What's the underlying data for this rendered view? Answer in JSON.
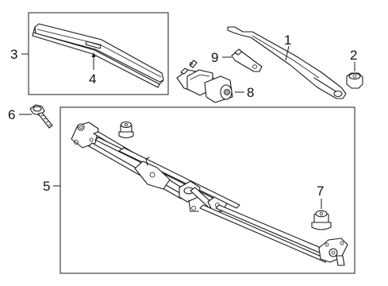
{
  "callouts": {
    "arm": "1",
    "nut": "2",
    "blade_box": "3",
    "blade": "4",
    "linkage_box": "5",
    "bolt": "6",
    "bushing": "7",
    "motor": "8",
    "bracket": "9"
  }
}
